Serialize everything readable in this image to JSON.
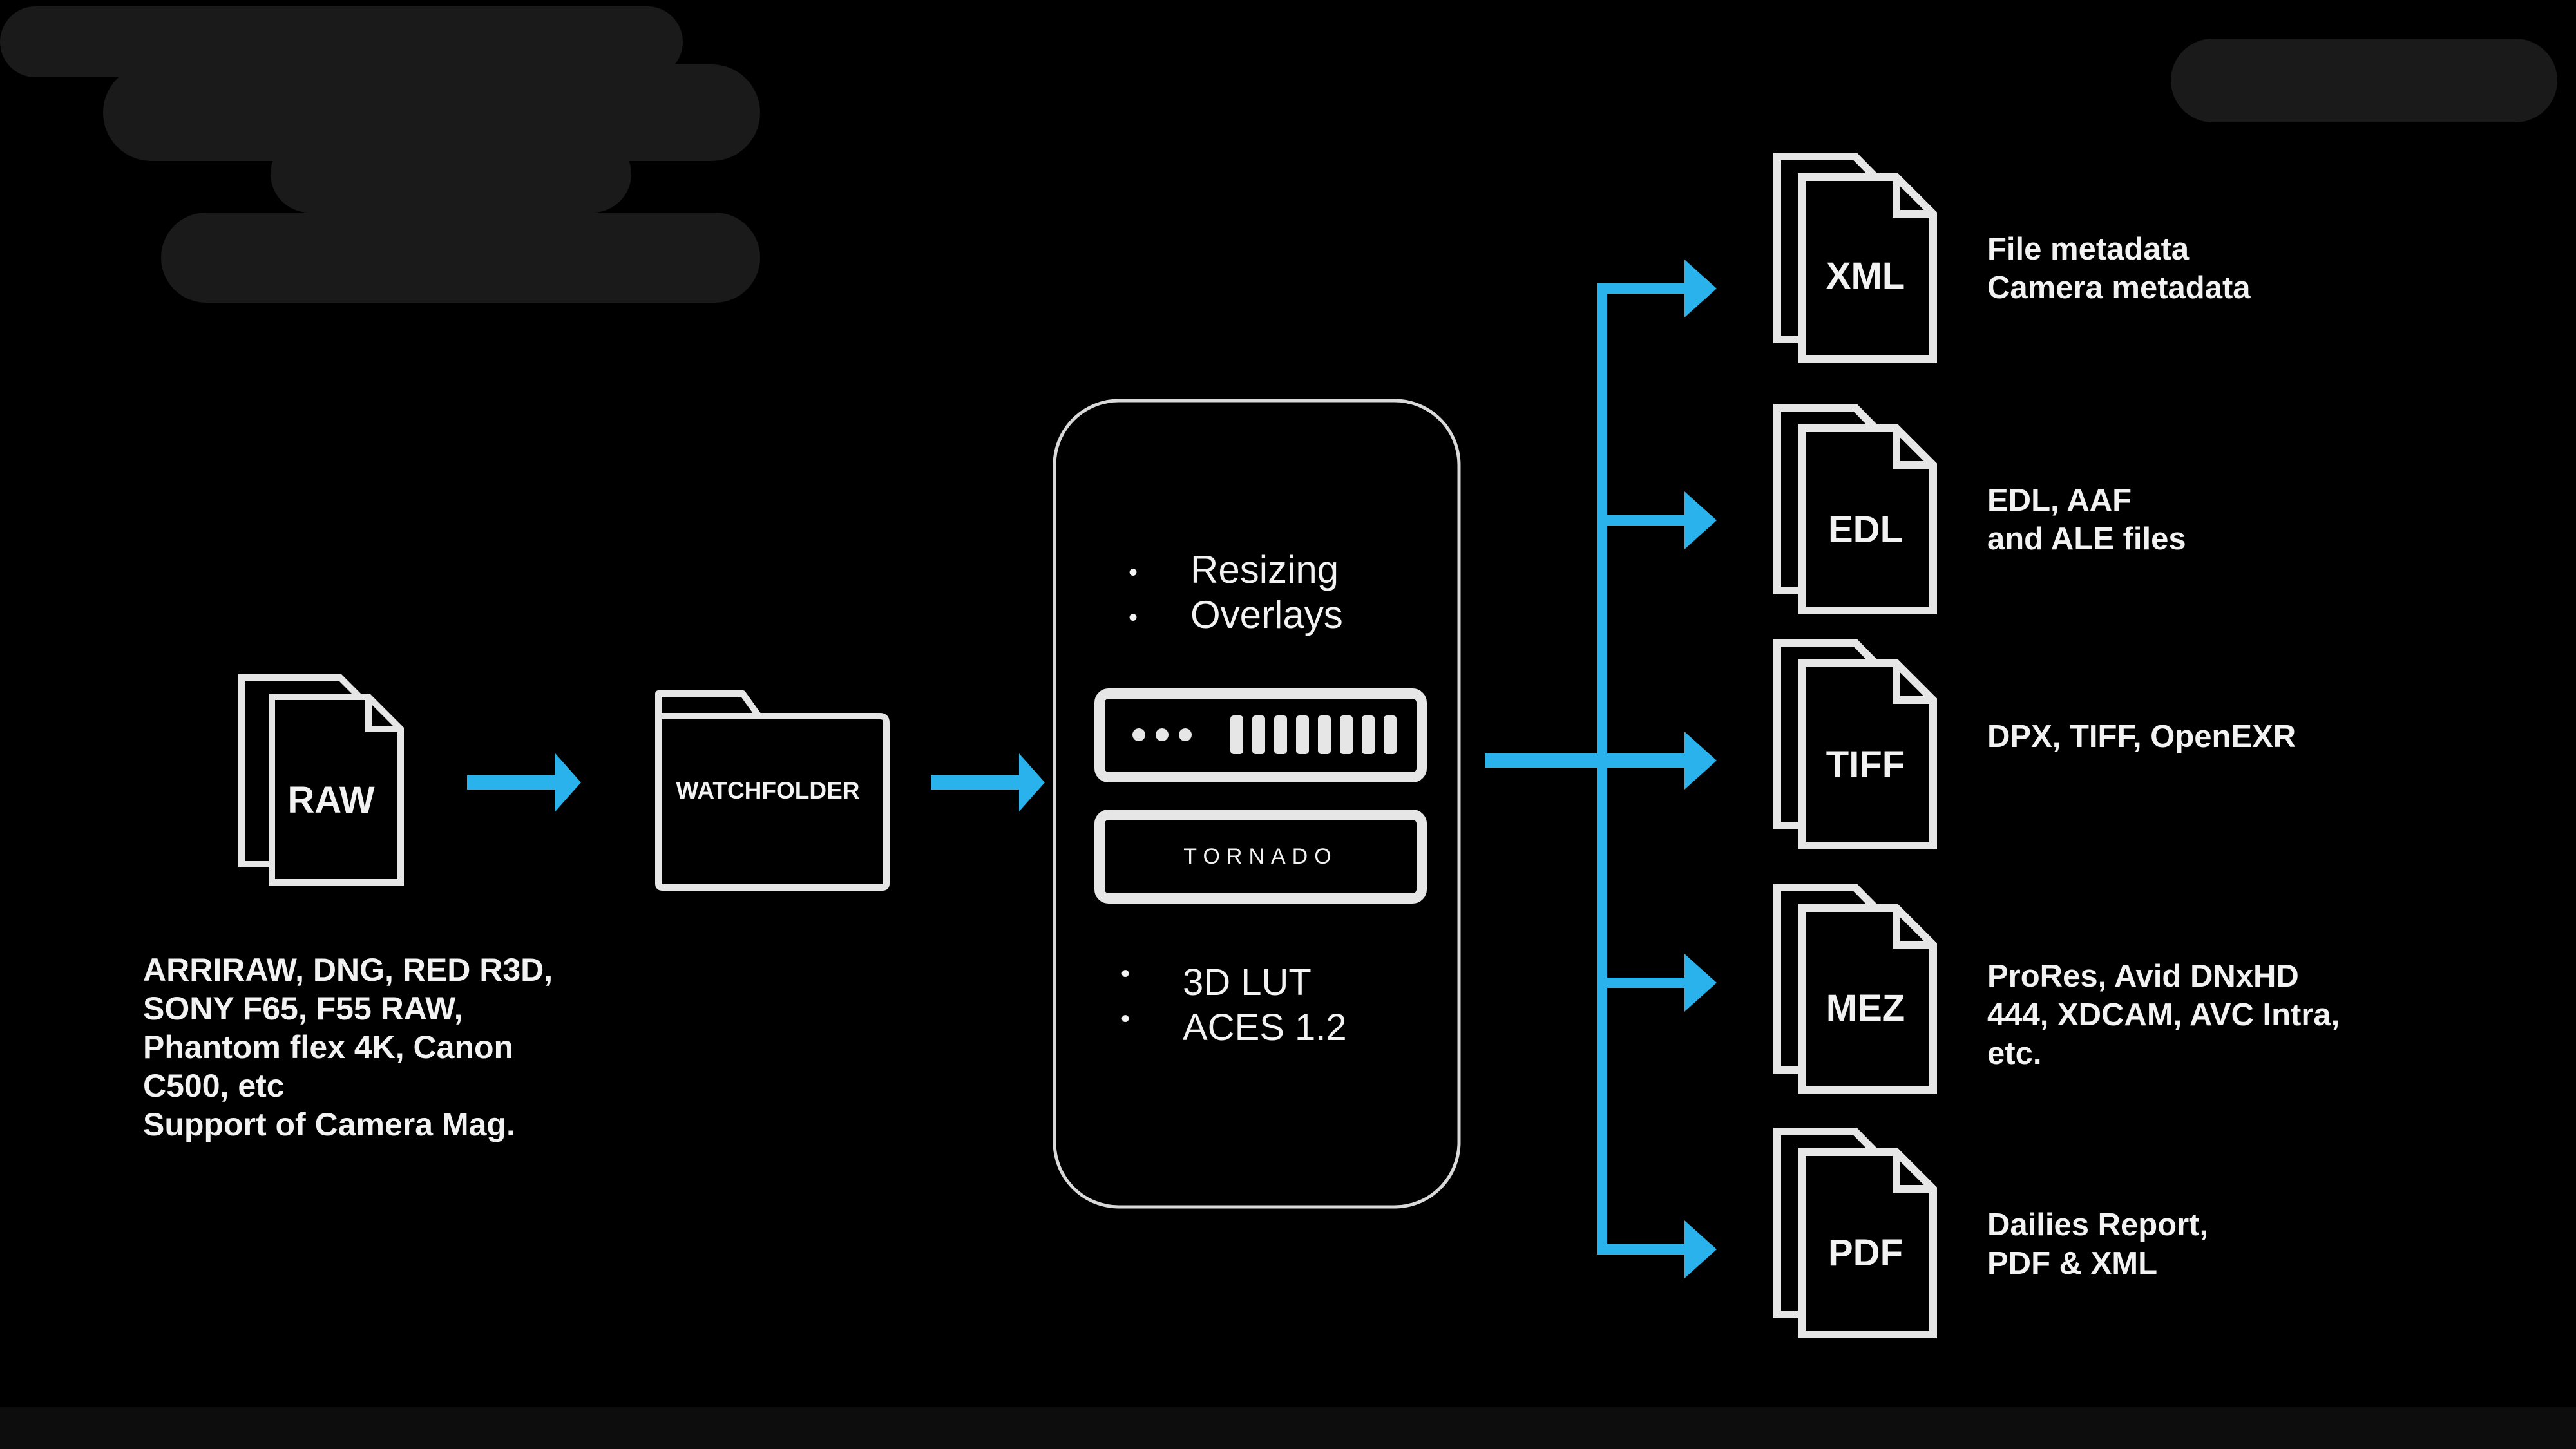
{
  "colors": {
    "background": "#000000",
    "stroke": "#e6e6e6",
    "accent": "#29b2eb",
    "text": "#f2f2f2",
    "bottom_bar": "#0d0d0d",
    "redaction": "#1a1a1a"
  },
  "input": {
    "file_label": "RAW",
    "icon": "document-stack-icon",
    "description_lines": [
      "ARRIRAW, DNG, RED R3D,",
      "SONY F65, F55 RAW,",
      "Phantom flex 4K, Canon",
      "C500, etc",
      "Support of Camera Mag."
    ]
  },
  "watchfolder": {
    "label": "WATCHFOLDER",
    "icon": "folder-icon"
  },
  "processor": {
    "top_bullets": [
      "Resizing",
      "Overlays"
    ],
    "device_name": "TORNADO",
    "device_icon": "server-rack-icon",
    "bottom_bullets": [
      "3D LUT",
      "ACES 1.2"
    ],
    "bullet_glyph": "•"
  },
  "outputs": [
    {
      "label": "XML",
      "icon": "document-stack-icon",
      "description_lines": [
        "File metadata",
        "Camera metadata"
      ]
    },
    {
      "label": "EDL",
      "icon": "document-stack-icon",
      "description_lines": [
        "EDL, AAF",
        "and ALE files"
      ]
    },
    {
      "label": "TIFF",
      "icon": "document-stack-icon",
      "description_lines": [
        "DPX, TIFF, OpenEXR"
      ]
    },
    {
      "label": "MEZ",
      "icon": "document-stack-icon",
      "description_lines": [
        "ProRes, Avid DNxHD",
        "444, XDCAM, AVC Intra,",
        "etc."
      ]
    },
    {
      "label": "PDF",
      "icon": "document-stack-icon",
      "description_lines": [
        "Dailies Report,",
        "PDF & XML"
      ]
    }
  ]
}
